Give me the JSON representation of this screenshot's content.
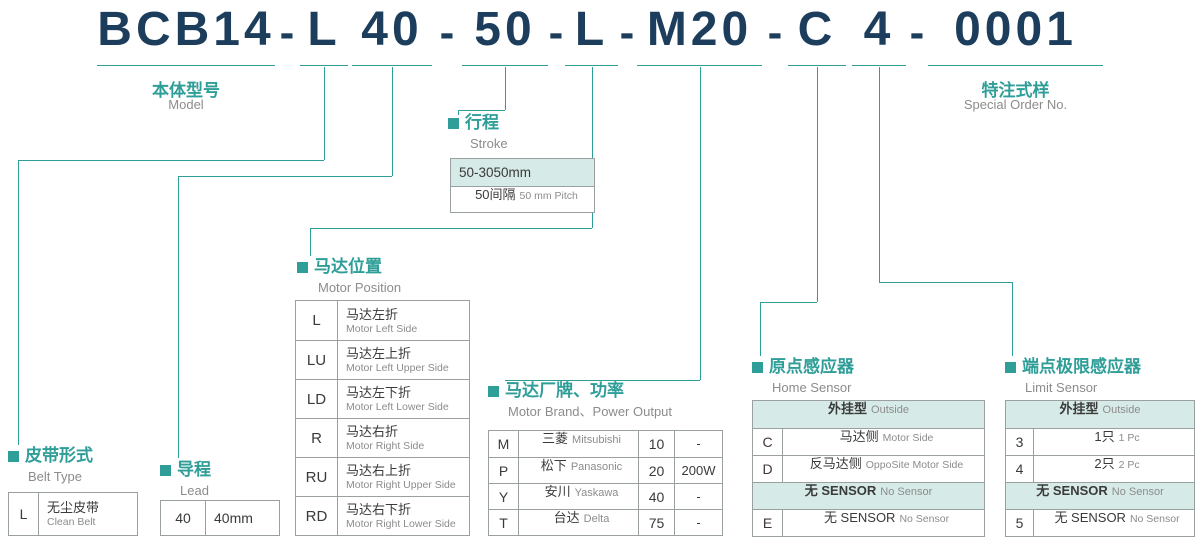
{
  "colors": {
    "accent": "#2f9e99",
    "navy": "#1c3d5c",
    "shade": "#d6eae7",
    "border": "#9aa0a0",
    "gray": "#8c8c8c",
    "dark": "#3a3a3a"
  },
  "title": {
    "segments": [
      "BCB14",
      "L",
      "40",
      "50",
      "L",
      "M20",
      "C",
      "4",
      "0001"
    ],
    "separator": "-"
  },
  "model": {
    "zh": "本体型号",
    "en": "Model"
  },
  "special": {
    "zh": "特注式样",
    "en": "Special Order No."
  },
  "stroke": {
    "zh": "行程",
    "en": "Stroke",
    "rows": [
      {
        "text": "50-3050mm"
      },
      {
        "zh": "50间隔",
        "en": "50 mm Pitch"
      }
    ]
  },
  "motor_position": {
    "zh": "马达位置",
    "en": "Motor Position",
    "rows": [
      {
        "code": "L",
        "zh": "马达左折",
        "en": "Motor Left Side"
      },
      {
        "code": "LU",
        "zh": "马达左上折",
        "en": "Motor Left Upper Side"
      },
      {
        "code": "LD",
        "zh": "马达左下折",
        "en": "Motor Left Lower Side"
      },
      {
        "code": "R",
        "zh": "马达右折",
        "en": "Motor Right Side"
      },
      {
        "code": "RU",
        "zh": "马达右上折",
        "en": "Motor Right Upper Side"
      },
      {
        "code": "RD",
        "zh": "马达右下折",
        "en": "Motor Right Lower Side"
      }
    ]
  },
  "belt_type": {
    "zh": "皮带形式",
    "en": "Belt Type",
    "rows": [
      {
        "code": "L",
        "zh": "无尘皮带",
        "en": "Clean Belt"
      }
    ]
  },
  "lead": {
    "zh": "导程",
    "en": "Lead",
    "rows": [
      {
        "code": "40",
        "value": "40mm"
      }
    ]
  },
  "motor_brand": {
    "zh": "马达厂牌、功率",
    "en": "Motor Brand、Power Output",
    "rows": [
      {
        "code": "M",
        "zh": "三菱",
        "en": "Mitsubishi",
        "power_code": "10",
        "power": "-"
      },
      {
        "code": "P",
        "zh": "松下",
        "en": "Panasonic",
        "power_code": "20",
        "power": "200W"
      },
      {
        "code": "Y",
        "zh": "安川",
        "en": "Yaskawa",
        "power_code": "40",
        "power": "-"
      },
      {
        "code": "T",
        "zh": "台达",
        "en": "Delta",
        "power_code": "75",
        "power": "-"
      }
    ]
  },
  "home_sensor": {
    "zh": "原点感应器",
    "en": "Home Sensor",
    "header": {
      "zh": "外挂型",
      "en": "Outside"
    },
    "rows": [
      {
        "code": "C",
        "zh": "马达侧",
        "en": "Motor Side"
      },
      {
        "code": "D",
        "zh": "反马达侧",
        "en": "OppoSite Motor Side"
      }
    ],
    "no_sensor": {
      "zh": "无 SENSOR",
      "en": "No Sensor"
    },
    "extra_row": {
      "code": "E",
      "zh": "无 SENSOR",
      "en": "No Sensor"
    }
  },
  "limit_sensor": {
    "zh": "端点极限感应器",
    "en": "Limit Sensor",
    "header": {
      "zh": "外挂型",
      "en": "Outside"
    },
    "rows": [
      {
        "code": "3",
        "zh": "1只",
        "en": "1 Pc"
      },
      {
        "code": "4",
        "zh": "2只",
        "en": "2 Pc"
      }
    ],
    "no_sensor": {
      "zh": "无 SENSOR",
      "en": "No Sensor"
    },
    "extra_row": {
      "code": "5",
      "zh": "无 SENSOR",
      "en": "No Sensor"
    }
  }
}
